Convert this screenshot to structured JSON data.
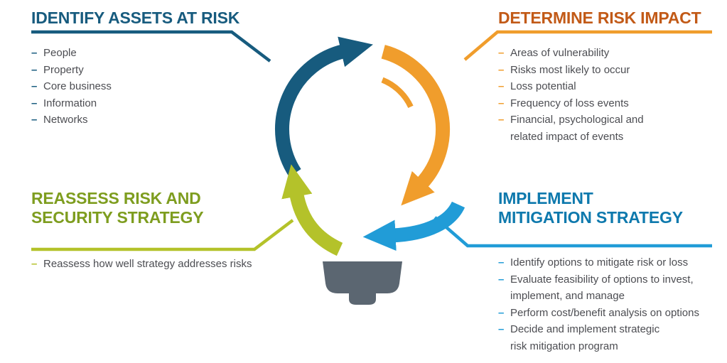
{
  "ui": {
    "dash": "–"
  },
  "colors": {
    "dark_blue": "#175b7e",
    "orange_heading": "#c25a17",
    "orange": "#f09d2c",
    "light_blue_heading": "#0e79ad",
    "light_blue": "#219cd7",
    "green_heading": "#7e9d1f",
    "green": "#b4c22a",
    "bulb_base_gray": "#5b6671",
    "body_text": "#4c4d52",
    "background": "#ffffff"
  },
  "sections": {
    "top_left": {
      "title": "IDENTIFY ASSETS AT RISK",
      "items": [
        "People",
        "Property",
        "Core business",
        "Information",
        "Networks"
      ]
    },
    "top_right": {
      "title": "DETERMINE RISK IMPACT",
      "items": [
        "Areas of vulnerability",
        "Risks most likely to occur",
        "Loss potential",
        "Frequency of loss events",
        "Financial, psychological and\nrelated impact of events"
      ]
    },
    "bottom_left": {
      "title": "REASSESS RISK AND\nSECURITY STRATEGY",
      "items": [
        "Reassess how well strategy addresses risks"
      ]
    },
    "bottom_right": {
      "title": "IMPLEMENT\nMITIGATION STRATEGY",
      "items": [
        "Identify options to mitigate risk or loss",
        "Evaluate feasibility of options to invest,\nimplement, and manage",
        "Perform cost/benefit analysis on options",
        "Decide and implement strategic\nrisk mitigation program"
      ]
    }
  }
}
